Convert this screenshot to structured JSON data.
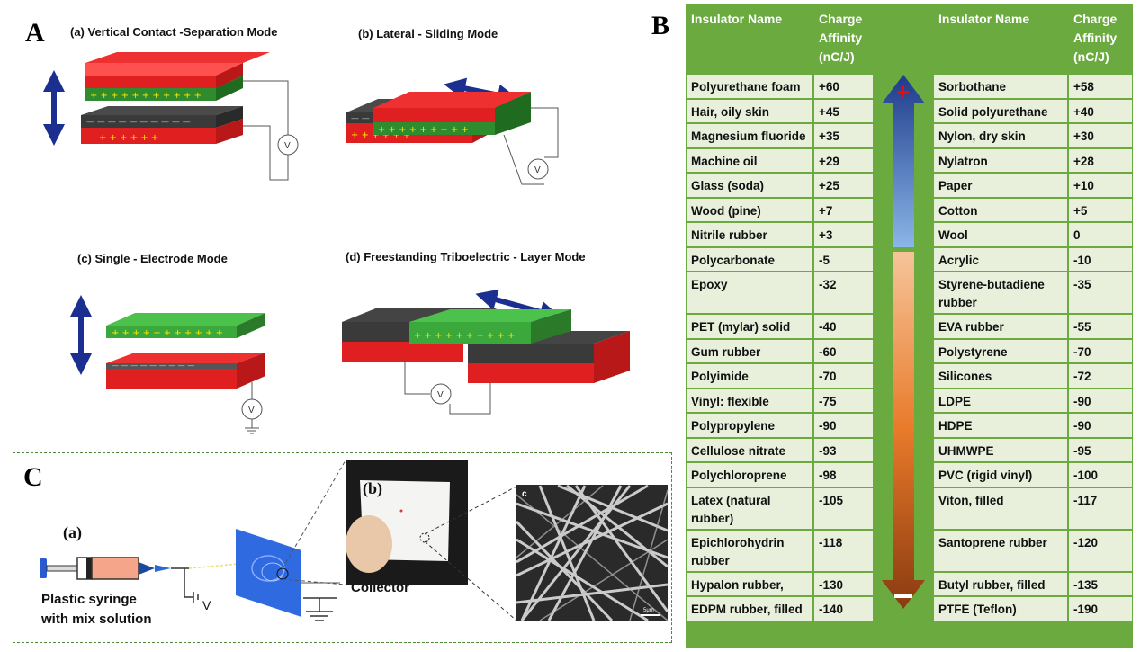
{
  "panel_A": {
    "letter": "A",
    "modes": [
      {
        "label": "(a)  Vertical Contact -Separation Mode"
      },
      {
        "label": "(b)  Lateral - Sliding Mode"
      },
      {
        "label": "(c)   Single - Electrode Mode"
      },
      {
        "label": "(d)  Freestanding Triboelectric - Layer Mode"
      }
    ],
    "voltmeter_symbol": "V"
  },
  "panel_B": {
    "letter": "B",
    "headers": {
      "name": "Insulator Name",
      "affinity": [
        "Charge",
        "Affinity",
        "(nC/J)"
      ]
    },
    "left_rows": [
      {
        "name": "Polyurethane foam",
        "value": "+60"
      },
      {
        "name": "Hair, oily skin",
        "value": "+45"
      },
      {
        "name": "Magnesium fluoride",
        "value": "+35"
      },
      {
        "name": "Machine oil",
        "value": "+29"
      },
      {
        "name": "Glass (soda)",
        "value": "+25"
      },
      {
        "name": "Wood (pine)",
        "value": "+7"
      },
      {
        "name": "Nitrile rubber",
        "value": "+3"
      },
      {
        "name": "Polycarbonate",
        "value": "-5"
      },
      {
        "name": "Epoxy",
        "value": "-32"
      },
      {
        "name": "PET (mylar) solid",
        "value": "-40"
      },
      {
        "name": "Gum rubber",
        "value": "-60"
      },
      {
        "name": "Polyimide",
        "value": "-70"
      },
      {
        "name": "Vinyl: flexible",
        "value": "-75"
      },
      {
        "name": "Polypropylene",
        "value": "-90"
      },
      {
        "name": "Cellulose nitrate",
        "value": "-93"
      },
      {
        "name": "Polychloroprene",
        "value": "-98"
      },
      {
        "name": "Latex (natural rubber)",
        "value": "-105"
      },
      {
        "name": "Epichlorohydrin rubber",
        "value": "-118"
      },
      {
        "name": "Hypalon rubber, filled",
        "value": "-130"
      },
      {
        "name": "EDPM rubber, filled",
        "value": "-140"
      }
    ],
    "right_rows": [
      {
        "name": "Sorbothane",
        "value": "+58"
      },
      {
        "name": "Solid polyurethane",
        "value": "+40"
      },
      {
        "name": "Nylon, dry skin",
        "value": "+30"
      },
      {
        "name": "Nylatron",
        "value": "+28"
      },
      {
        "name": "Paper",
        "value": "+10"
      },
      {
        "name": "Cotton",
        "value": "+5"
      },
      {
        "name": "Wool",
        "value": "0"
      },
      {
        "name": "Acrylic",
        "value": "-10"
      },
      {
        "name": "Styrene-butadiene rubber",
        "value": "-35"
      },
      {
        "name": "EVA rubber",
        "value": "-55"
      },
      {
        "name": "Polystyrene",
        "value": "-70"
      },
      {
        "name": "Silicones",
        "value": "-72"
      },
      {
        "name": "LDPE",
        "value": "-90"
      },
      {
        "name": "HDPE",
        "value": "-90"
      },
      {
        "name": "UHMWPE",
        "value": "-95"
      },
      {
        "name": "PVC (rigid vinyl)",
        "value": "-100"
      },
      {
        "name": "Viton, filled",
        "value": "-117"
      },
      {
        "name": "Santoprene rubber",
        "value": "-120"
      },
      {
        "name": "Butyl rubber, filled",
        "value": "-135"
      },
      {
        "name": "PTFE (Teflon)",
        "value": "-190"
      }
    ],
    "arrow_top_sign": "+",
    "arrow_bottom_sign": "−"
  },
  "panel_C": {
    "letter": "C",
    "label_a": "(a)",
    "label_b": "(b)",
    "label_c": "c",
    "syringe_caption_1": "Plastic syringe",
    "syringe_caption_2": "with mix solution",
    "voltage_symbol": "V",
    "collector_label": "Collector",
    "scale_label": "5μm"
  },
  "colors": {
    "red_layer": "#e02020",
    "green_layer": "#2e8b2e",
    "dark_layer": "#3a3a3a",
    "arrow_blue": "#1a2f8f",
    "table_green": "#6aaa3f",
    "row_light": "#e8f0dc"
  }
}
